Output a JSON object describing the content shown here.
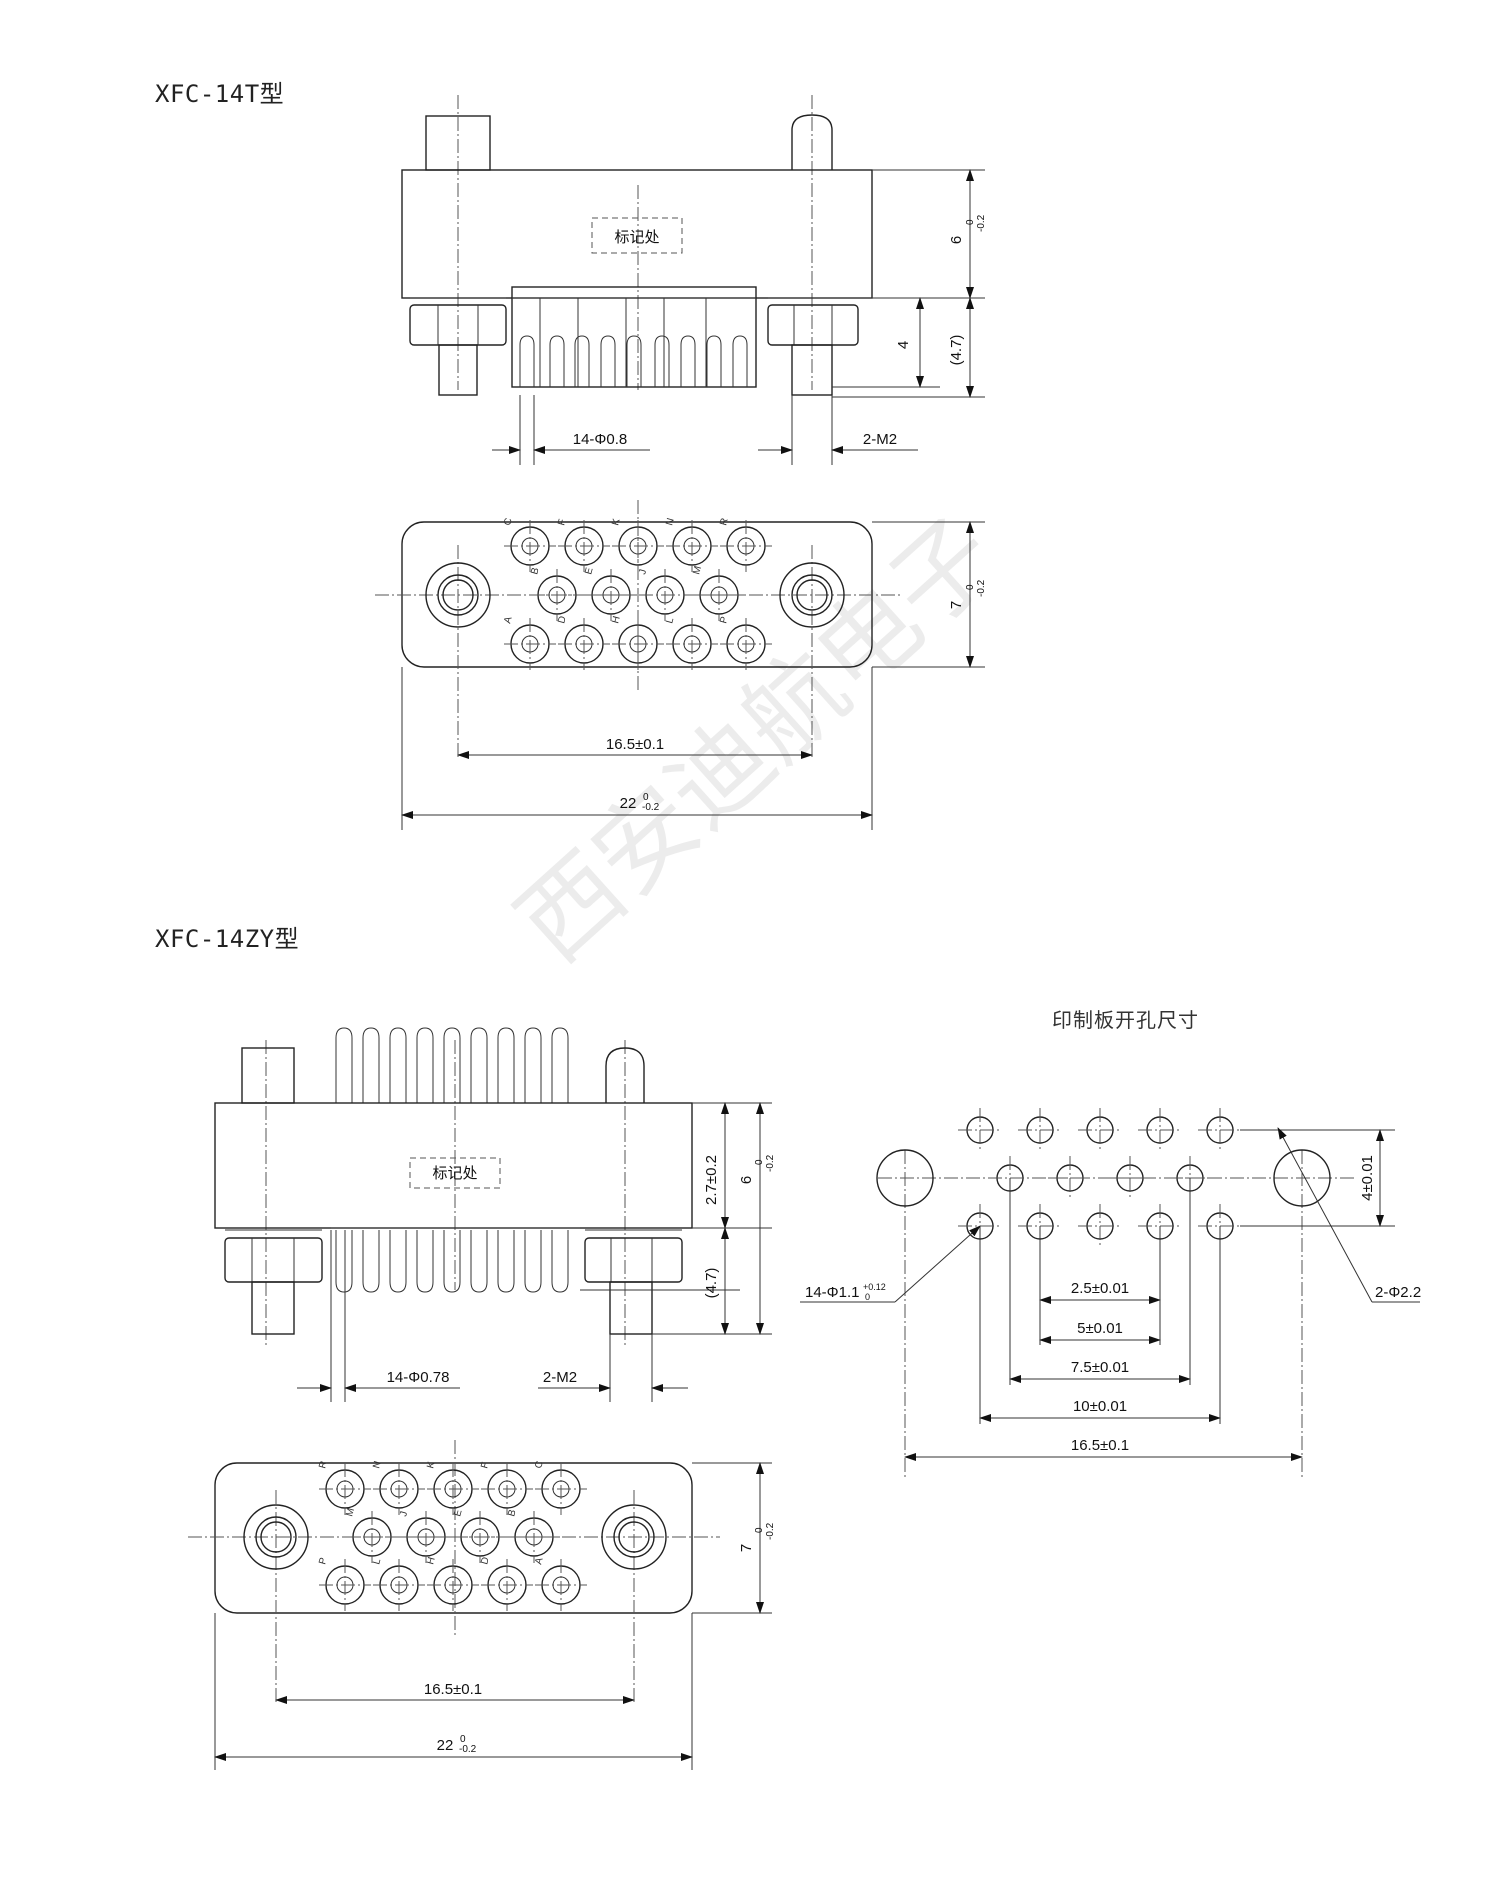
{
  "top_title": "XFC-14T型",
  "bottom_title": "XFC-14ZY型",
  "pcb_title": "印制板开孔尺寸",
  "mark_label": "标记处",
  "watermark": "西安迪航电子",
  "top": {
    "pin_dia": "14-Φ0.8",
    "thread": "2-M2",
    "dim_6": "6",
    "dim_4": "4",
    "dim_47": "(4.7)",
    "dim_7": "7",
    "dim_165": "16.5±0.1",
    "dim_22": "22",
    "tol_up": "0",
    "tol_low": "-0.2"
  },
  "bottom": {
    "pin_dia": "14-Φ0.78",
    "thread": "2-M2",
    "dim_27": "2.7±0.2",
    "dim_6": "6",
    "dim_47": "(4.7)",
    "dim_7": "7",
    "dim_165": "16.5±0.1",
    "dim_22": "22",
    "tol_up": "0",
    "tol_low": "-0.2"
  },
  "pcb": {
    "hole_a": "14-Φ1.1",
    "hole_a_tol_up": "+0.12",
    "hole_a_tol_low": "0",
    "hole_b": "2-Φ2.2",
    "dim_4": "4±0.01",
    "dim_25": "2.5±0.01",
    "dim_5": "5±0.01",
    "dim_75": "7.5±0.01",
    "dim_10": "10±0.01",
    "dim_165": "16.5±0.1"
  },
  "pin_letters_top": {
    "row1": [
      "C",
      "F",
      "K",
      "N",
      "R"
    ],
    "row2": [
      "B",
      "E",
      "J",
      "M"
    ],
    "row3": [
      "A",
      "D",
      "H",
      "L",
      "P"
    ]
  },
  "pin_letters_bottom": {
    "row1": [
      "R",
      "N",
      "K",
      "F",
      "C"
    ],
    "row2": [
      "M",
      "J",
      "E",
      "B"
    ],
    "row3": [
      "P",
      "L",
      "H",
      "D",
      "A"
    ]
  }
}
